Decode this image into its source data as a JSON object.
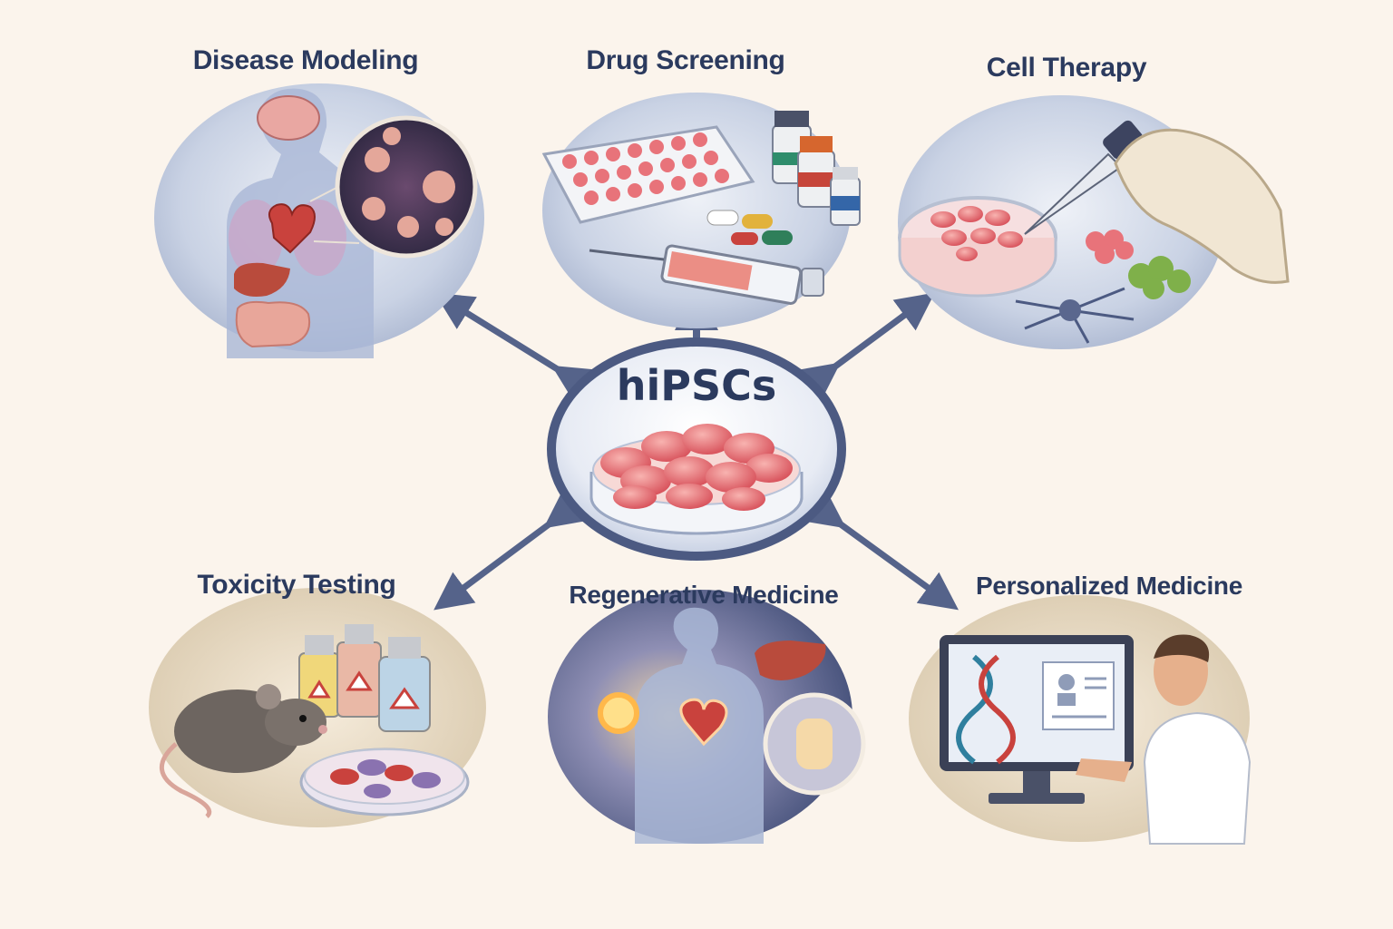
{
  "center": {
    "title": "hiPSCs"
  },
  "nodes": [
    {
      "id": "disease",
      "label": "Disease Modeling"
    },
    {
      "id": "drug",
      "label": "Drug Screening"
    },
    {
      "id": "cell",
      "label": "Cell Therapy"
    },
    {
      "id": "toxicity",
      "label": "Toxicity Testing"
    },
    {
      "id": "regenerative",
      "label": "Regenerative Medicine"
    },
    {
      "id": "personalized",
      "label": "Personalized Medicine"
    }
  ],
  "colors": {
    "background": "#fbf4ec",
    "text": "#2b3a5e",
    "arrow": "#55638a",
    "cells": "#e8737a"
  }
}
